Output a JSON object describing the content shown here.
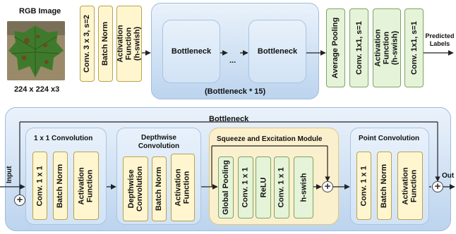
{
  "top": {
    "rgb_label": "RGB Image",
    "size_label": "224 x 224 x3",
    "stem": [
      "Conv. 3 x 3, s=2",
      "Batch Norm",
      "Activation Function (h-swish)"
    ],
    "bottleneck_1": "Bottleneck",
    "dots": "...",
    "bottleneck_2": "Bottleneck",
    "bottleneck_caption": "(Bottleneck * 15)",
    "head": [
      "Average Pooling",
      "Conv. 1x1, s=1",
      "Activation Function (h-swish)",
      "Conv. 1x1, s=1"
    ],
    "predicted_labels": "Predicted Labels"
  },
  "bottom": {
    "title": "Bottleneck",
    "input_label": "Input",
    "output_label": "Out",
    "conv1x1": {
      "title": "1 x 1 Convolution",
      "blocks": [
        "Conv. 1 x 1",
        "Batch Norm",
        "Activation Function"
      ]
    },
    "depthwise": {
      "title": "Depthwise Convolution",
      "blocks": [
        "Depthwise Convolution",
        "Batch Norm",
        "Activation Function"
      ]
    },
    "se": {
      "title": "Squeeze and Excitation Module",
      "blocks": [
        "Global Pooling",
        "Conv. 1 x 1",
        "ReLU",
        "Conv. 1 x 1",
        "h-swish"
      ]
    },
    "pointconv": {
      "title": "Point Convolution",
      "blocks": [
        "Conv. 1 x 1",
        "Batch Norm",
        "Activation Function"
      ]
    }
  },
  "colors": {
    "yellow_fill": "#fff6cf",
    "green_fill": "#e5f3d8",
    "blue_panel": "#bcd4ee",
    "se_panel": "#fbf0cd"
  }
}
